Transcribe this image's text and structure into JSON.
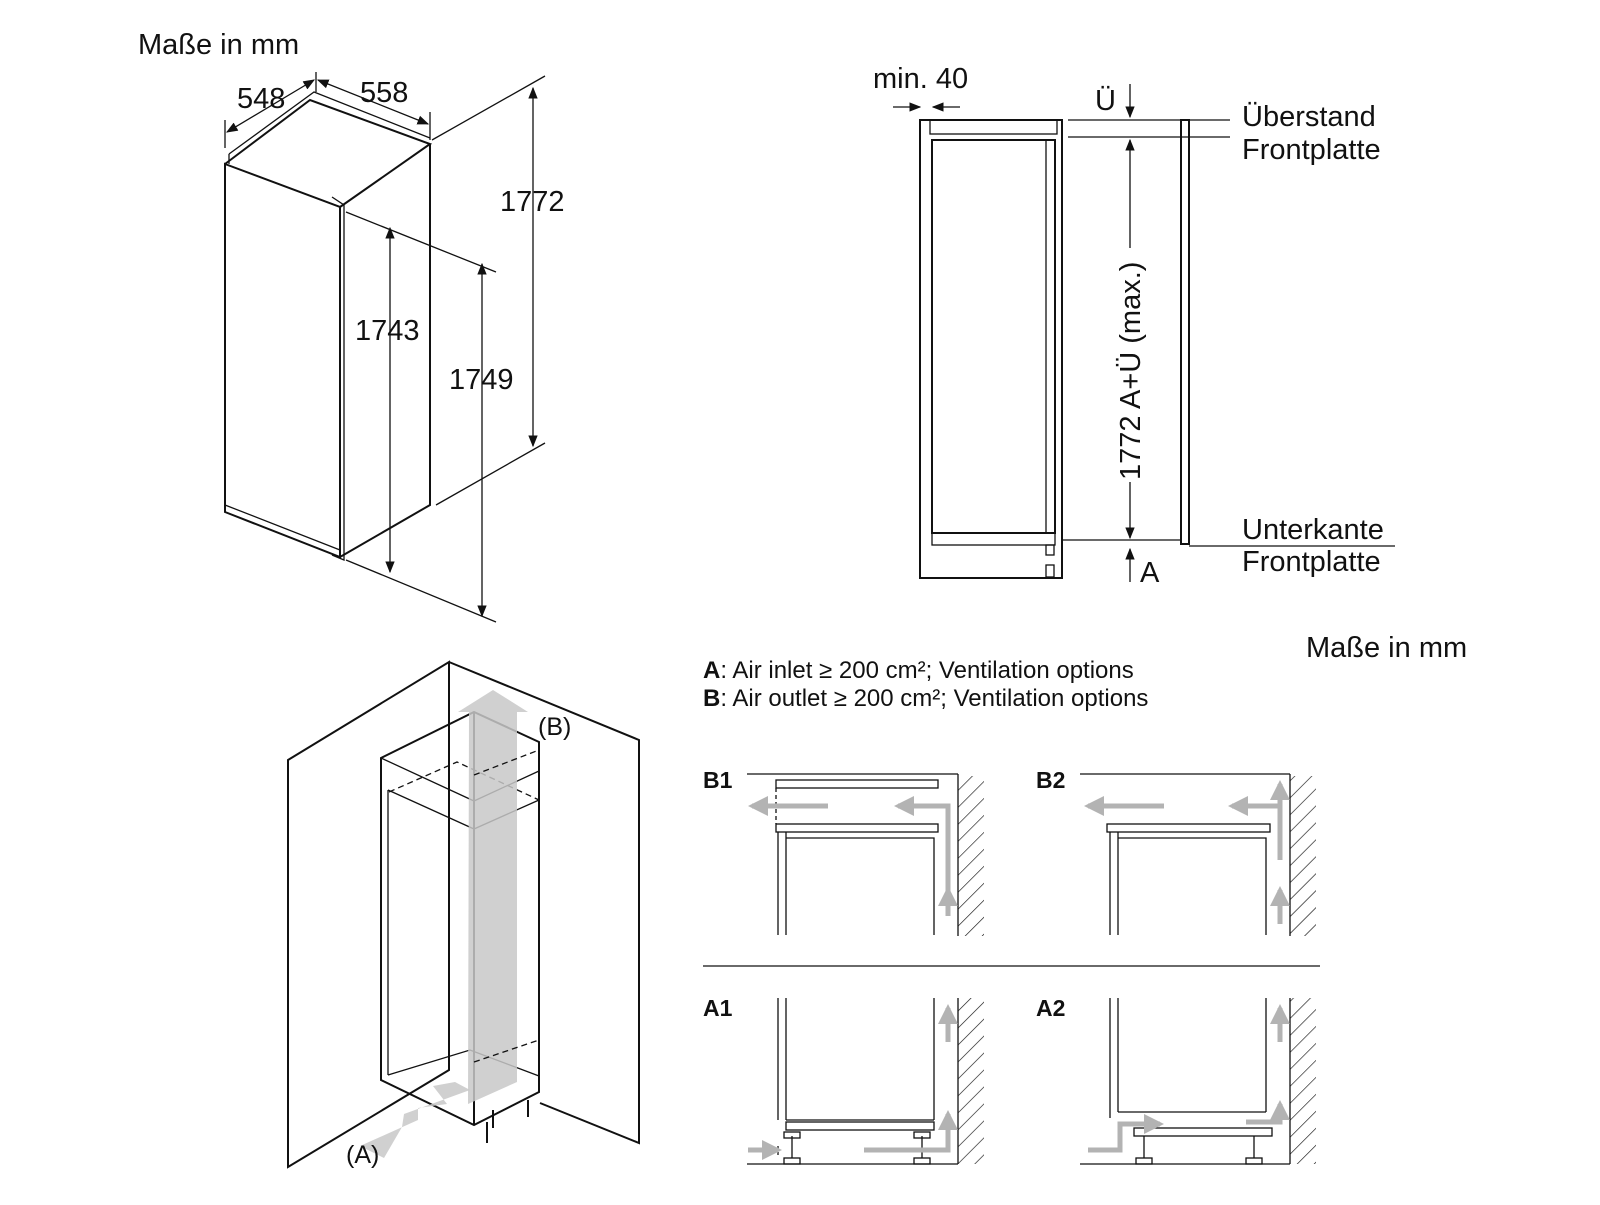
{
  "units_label_top": "Maße in mm",
  "units_label_bottom": "Maße in mm",
  "appliance_dims": {
    "depth": "548",
    "width": "558",
    "total_height": "1772",
    "door_height": "1743",
    "body_height": "1749"
  },
  "side_view": {
    "min_gap": "min. 40",
    "overhang_symbol": "Ü",
    "height_formula": "1772 A+Ü (max.)",
    "bottom_symbol": "A",
    "label_top_line1": "Überstand",
    "label_top_line2": "Frontplatte",
    "label_bottom_line1": "Unterkante",
    "label_bottom_line2": "Frontplatte"
  },
  "airflow": {
    "label_b": "(B)",
    "label_a": "(A)"
  },
  "legend": {
    "a_key": "A",
    "a_text": ": Air inlet ≥ 200 cm²; Ventilation options",
    "b_key": "B",
    "b_text": ": Air outlet ≥ 200 cm²; Ventilation options"
  },
  "ventilation_views": [
    "B1",
    "B2",
    "A1",
    "A2"
  ],
  "colors": {
    "line": "#111111",
    "airflow": "#b3b3b3",
    "airflow_fill": "#c8c8c8"
  }
}
